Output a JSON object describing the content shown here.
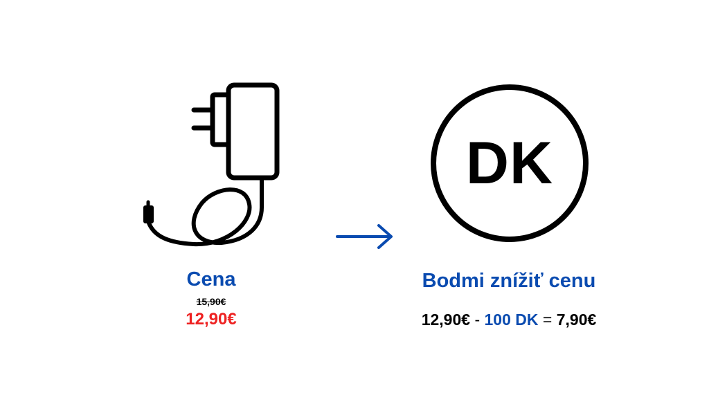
{
  "colors": {
    "accent": "#0a4bb0",
    "sale": "#ee2222",
    "text": "#000000"
  },
  "product": {
    "icon": "charger-icon",
    "price_label": "Cena",
    "old_price": "15,90€",
    "new_price": "12,90€"
  },
  "arrow": {
    "icon": "arrow-right-icon"
  },
  "points": {
    "badge_text": "DK",
    "reduce_label": "Bodmi znížiť cenu",
    "equation": {
      "price": "12,90€",
      "minus": "-",
      "points": "100 DK",
      "equals": "=",
      "result": "7,90€"
    }
  }
}
